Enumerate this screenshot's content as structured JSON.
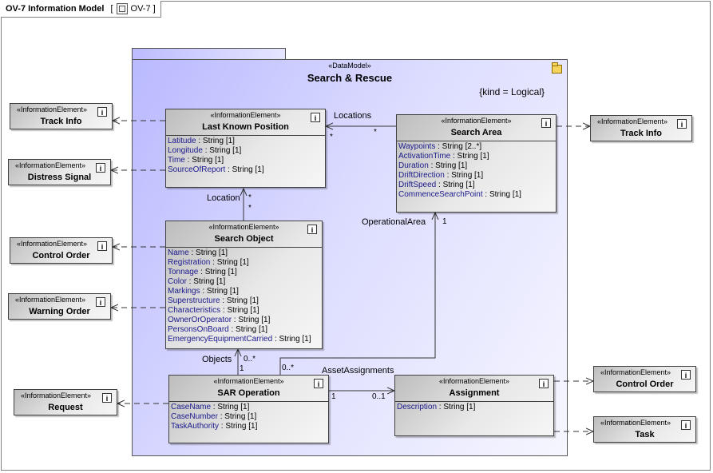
{
  "diagram": {
    "title": "OV-7 Information Model",
    "tag_open": "[",
    "tag": "OV-7",
    "tag_close": "]"
  },
  "package": {
    "stereotype": "«DataModel»",
    "name": "Search & Rescue",
    "kind": "{kind = Logical}"
  },
  "stereotype": "«InformationElement»",
  "info_icon": "i",
  "elements": {
    "last_known_position": {
      "name": "Last Known Position",
      "attributes": [
        {
          "name": "Latitude",
          "type": " : String [1]"
        },
        {
          "name": "Longitude",
          "type": " : String [1]"
        },
        {
          "name": "Time",
          "type": " : String [1]"
        },
        {
          "name": "SourceOfReport",
          "type": " : String [1]"
        }
      ]
    },
    "search_area": {
      "name": "Search Area",
      "attributes": [
        {
          "name": "Waypoints",
          "type": " : String [2..*]"
        },
        {
          "name": "ActivationTime",
          "type": " : String [1]"
        },
        {
          "name": "Duration",
          "type": " : String [1]"
        },
        {
          "name": "DriftDirection",
          "type": " : String [1]"
        },
        {
          "name": "DriftSpeed",
          "type": " : String [1]"
        },
        {
          "name": "CommenceSearchPoint",
          "type": " : String [1]"
        }
      ]
    },
    "search_object": {
      "name": "Search Object",
      "attributes": [
        {
          "name": "Name",
          "type": " : String [1]"
        },
        {
          "name": "Registration",
          "type": " : String [1]"
        },
        {
          "name": "Tonnage",
          "type": " : String [1]"
        },
        {
          "name": "Color",
          "type": " : String [1]"
        },
        {
          "name": "Markings",
          "type": " : String [1]"
        },
        {
          "name": "Superstructure",
          "type": " : String [1]"
        },
        {
          "name": "Characteristics",
          "type": " : String [1]"
        },
        {
          "name": "OwnerOrOperator",
          "type": " : String [1]"
        },
        {
          "name": "PersonsOnBoard",
          "type": " : String [1]"
        },
        {
          "name": "EmergencyEquipmentCarried",
          "type": " : String [1]"
        }
      ]
    },
    "sar_operation": {
      "name": "SAR Operation",
      "attributes": [
        {
          "name": "CaseName",
          "type": " : String [1]"
        },
        {
          "name": "CaseNumber",
          "type": " : String [1]"
        },
        {
          "name": "TaskAuthority",
          "type": " : String [1]"
        }
      ]
    },
    "assignment": {
      "name": "Assignment",
      "attributes": [
        {
          "name": "Description",
          "type": " : String [1]"
        }
      ]
    }
  },
  "external": {
    "track_info_left": "Track Info",
    "distress_signal": "Distress Signal",
    "control_order_left": "Control Order",
    "warning_order": "Warning Order",
    "request": "Request",
    "track_info_right": "Track Info",
    "control_order_right": "Control Order",
    "task": "Task"
  },
  "labels": {
    "locations": "Locations",
    "locations_mult_left": "*",
    "locations_mult_right": "*",
    "location": "Location",
    "location_mult_top": "*",
    "location_mult_bottom": "*",
    "operational_area": "OperationalArea",
    "operational_area_mult": "1",
    "objects": "Objects",
    "objects_mult_top": "0..*",
    "objects_mult_bottom": "1",
    "asset_assignments": "AssetAssignments",
    "asset_mult_op": "0..*",
    "assign_mult_left": "1",
    "assign_mult_right": "0..1"
  }
}
